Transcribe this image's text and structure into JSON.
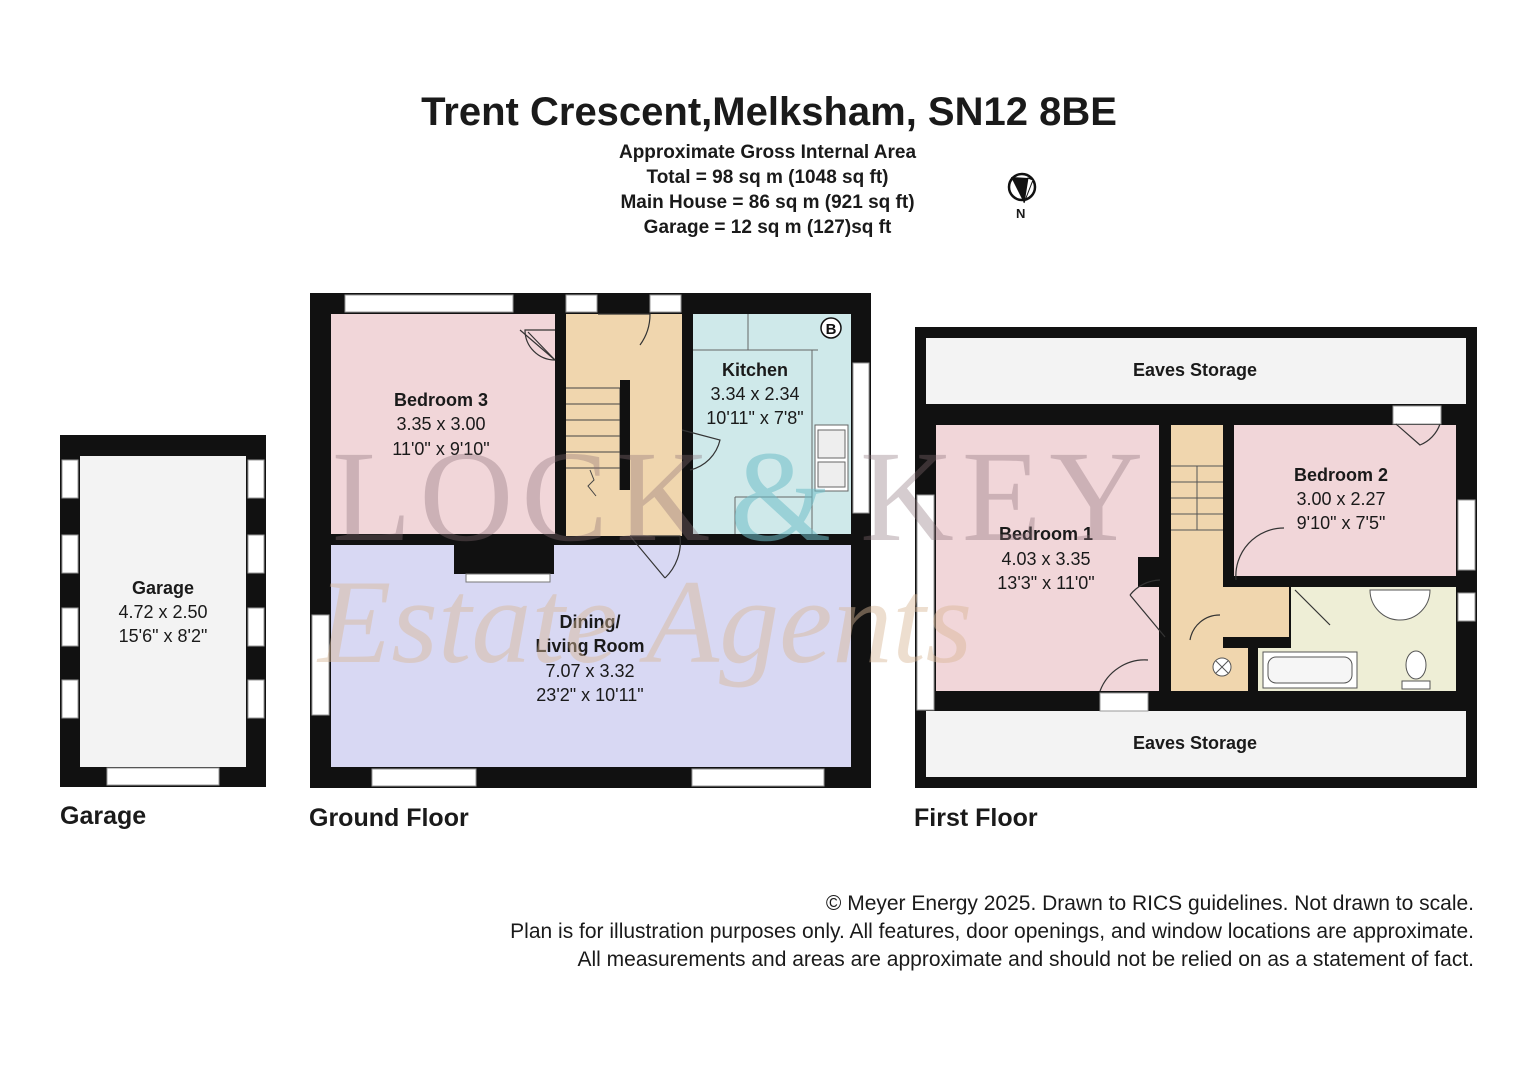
{
  "header": {
    "title": "Trent Crescent,Melksham, SN12 8BE",
    "area_lines": [
      "Approximate Gross Internal Area",
      "Total = 98 sq m (1048 sq ft)",
      "Main House = 86 sq m (921 sq ft)",
      "Garage = 12 sq m (127)sq ft"
    ],
    "compass_label": "N"
  },
  "floors": {
    "garage": {
      "label": "Garage"
    },
    "ground": {
      "label": "Ground Floor"
    },
    "first": {
      "label": "First Floor"
    }
  },
  "rooms": {
    "garage": {
      "name": "Garage",
      "metric": "4.72 x 2.50",
      "imperial": "15'6\" x 8'2\""
    },
    "bedroom3": {
      "name": "Bedroom 3",
      "metric": "3.35 x 3.00",
      "imperial": "11'0\" x 9'10\""
    },
    "kitchen": {
      "name": "Kitchen",
      "metric": "3.34 x 2.34",
      "imperial": "10'11\" x 7'8\"",
      "boiler_badge": "B"
    },
    "living": {
      "name_line1": "Dining/",
      "name_line2": "Living Room",
      "metric": "7.07 x 3.32",
      "imperial": "23'2\" x 10'11\""
    },
    "eaves_top": {
      "name": "Eaves Storage"
    },
    "eaves_bottom": {
      "name": "Eaves Storage"
    },
    "bedroom1": {
      "name": "Bedroom 1",
      "metric": "4.03 x 3.35",
      "imperial": "13'3\" x 11'0\""
    },
    "bedroom2": {
      "name": "Bedroom 2",
      "metric": "3.00 x 2.27",
      "imperial": "9'10\" x 7'5\""
    }
  },
  "watermark": {
    "main_left": "LOCK",
    "amp": "&",
    "main_right": "KEY",
    "script": "Estate Agents"
  },
  "colors": {
    "wall": "#111111",
    "bedroom": "#f1d6d9",
    "hall": "#f0d6ae",
    "kitchen": "#cfe9ea",
    "living": "#d8d8f3",
    "bathroom": "#eeeed6",
    "garage": "#f3f3f3",
    "eaves": "#f3f3f3"
  },
  "footer": {
    "lines": [
      "© Meyer Energy 2025. Drawn to RICS guidelines.  Not drawn to scale.",
      "Plan is for illustration purposes only. All features, door openings, and window locations are approximate.",
      "All measurements and areas are approximate and should not be relied on as a statement of fact."
    ]
  }
}
